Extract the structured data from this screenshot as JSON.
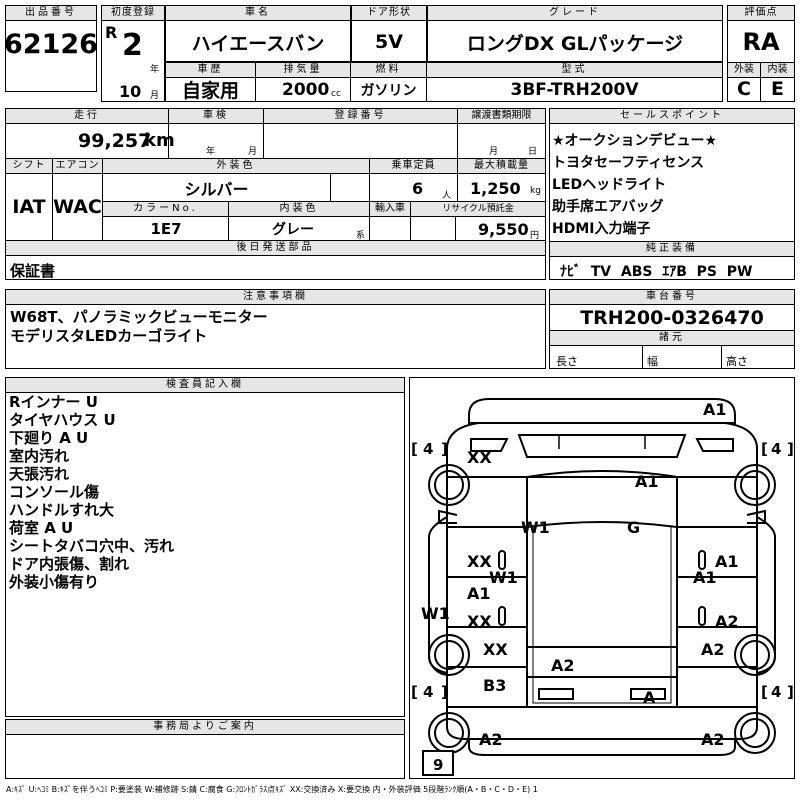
{
  "header": {
    "lot_no_label": "出品番号",
    "lot_no": "62126",
    "first_reg_label": "初度登録",
    "era": "R",
    "year": "2",
    "year_unit": "年",
    "month": "10",
    "month_unit": "月",
    "car_name_label": "車名",
    "car_name": "ハイエースバン",
    "door_label": "ドア形状",
    "door": "5V",
    "grade_label": "グレード",
    "grade": "ロングDX GLパッケージ",
    "score_label": "評価点",
    "score": "RA",
    "history_label": "車歴",
    "history": "自家用",
    "displacement_label": "排気量",
    "displacement": "2000",
    "displacement_unit": "cc",
    "fuel_label": "燃料",
    "fuel": "ガソリン",
    "model_label": "型式",
    "model": "3BF-TRH200V",
    "exterior_label": "外装",
    "exterior": "C",
    "interior_label": "内装",
    "interior": "E"
  },
  "row2": {
    "mileage_label": "走行",
    "mileage": "99,257",
    "mileage_unit": "km",
    "inspection_label": "車検",
    "inspection_year_unit": "年",
    "inspection_month_unit": "月",
    "reg_no_label": "登録番号",
    "transfer_label": "譲渡書類期限",
    "transfer_month_unit": "月",
    "transfer_day_unit": "日",
    "selling_label": "セールスポイント",
    "selling_points": [
      "★オークションデビュー★",
      "トヨタセーフティセンス",
      "LEDヘッドライト",
      "助手席エアバッグ",
      "HDMI入力端子"
    ],
    "shift_label": "シフト",
    "shift": "IAT",
    "ac_label": "エアコン",
    "ac": "WAC",
    "color_label": "外装色",
    "color": "シルバー",
    "capacity_label": "乗車定員",
    "capacity": "6",
    "capacity_unit": "人",
    "load_label": "最大積載量",
    "load": "1,250",
    "load_unit": "kg",
    "color_no_label": "カラーNo.",
    "color_no": "1E7",
    "int_color_label": "内装色",
    "int_color": "グレー",
    "int_color_unit": "系",
    "import_label": "輸入車",
    "recycle_label": "リサイクル預託金",
    "recycle": "9,550",
    "recycle_unit": "円",
    "later_label": "後日発送部品",
    "later": "保証書",
    "equip_label": "純正装備",
    "equip": "ﾅﾋﾞ  TV  ABS  ｴｱB  PS  PW"
  },
  "notes": {
    "caution_label": "注意事項欄",
    "caution_lines": [
      "W68T、パノラミックビューモニター",
      "モデリスタLEDカーゴライト"
    ],
    "chassis_label": "車台番号",
    "chassis": "TRH200-0326470",
    "dims_label": "諸元",
    "length_label": "長さ",
    "width_label": "幅",
    "height_label": "高さ"
  },
  "inspector": {
    "label": "検査員記入欄",
    "lines": [
      "Rインナー U",
      "タイヤハウス U",
      "下廻り A U",
      "室内汚れ",
      "天張汚れ",
      "コンソール傷",
      "ハンドルすれ大",
      "荷室 A U",
      "シートタバコ穴中、汚れ",
      "ドア内張傷、割れ",
      "外装小傷有り"
    ]
  },
  "office": {
    "label": "事務局よりご案内"
  },
  "diagram": {
    "marks": [
      "A1",
      "XX",
      "A1",
      "W1",
      "G",
      "XX",
      "W1",
      "A1",
      "A1",
      "A1",
      "XX",
      "A2",
      "W1",
      "XX",
      "A2",
      "A2",
      "B3",
      "A",
      "A2",
      "A2"
    ],
    "tires": [
      "4",
      "4",
      "4",
      "4",
      "9"
    ]
  },
  "legend": "A:ｷｽﾞ U:ﾍｺﾐ B:ｷｽﾞを伴うﾍｺﾐ P:要塗装 W:補修跡 S:錆 C:腐食 G:ﾌﾛﾝﾄｶﾞﾗｽ点ｷｽﾞ XX:交換済み X:要交換  内・外装評価 5段階ﾗﾝｸ順(A・B・C・D・E) 1"
}
